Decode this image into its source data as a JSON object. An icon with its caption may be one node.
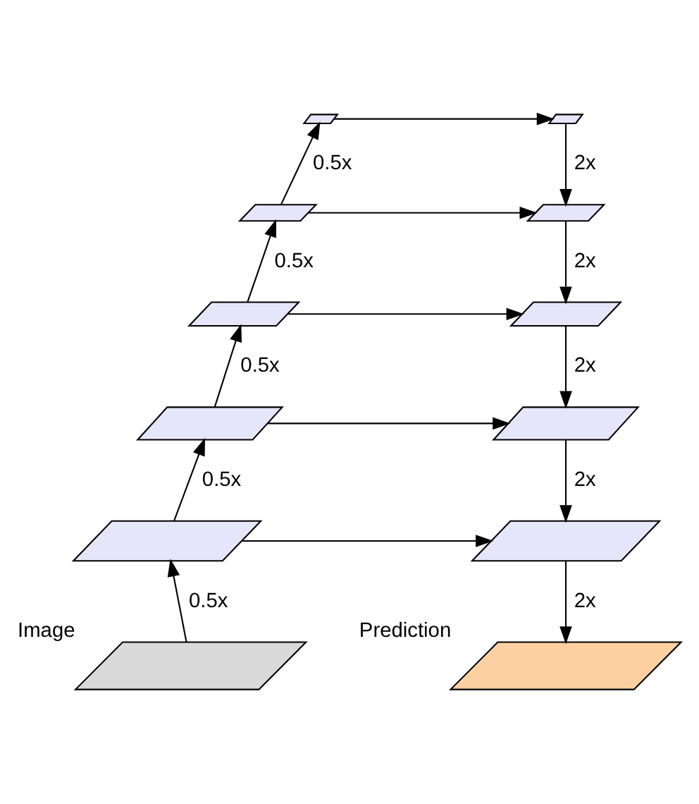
{
  "diagram": {
    "nodes": [
      {
        "text": [],
        "shape": "parallelogram"
      },
      {
        "text": [],
        "shape": "parallelogram"
      },
      {
        "text": [],
        "shape": "parallelogram"
      },
      {
        "text": [],
        "shape": "parallelogram"
      },
      {
        "text": [],
        "shape": "parallelogram"
      },
      {
        "text": [],
        "shape": "parallelogram"
      },
      {
        "text": [],
        "shape": "parallelogram"
      },
      {
        "text": [],
        "shape": "parallelogram"
      },
      {
        "text": [],
        "shape": "parallelogram"
      },
      {
        "text": [],
        "shape": "parallelogram"
      },
      {
        "text": [],
        "shape": "parallelogram",
        "beside": [
          "Image"
        ]
      },
      {
        "text": [],
        "shape": "parallelogram",
        "beside": [
          "Prediction"
        ]
      }
    ],
    "edges": [
      {
        "from": 10,
        "to": 8,
        "arrow": "to",
        "label": "0.5x"
      },
      {
        "from": 8,
        "to": 6,
        "arrow": "to",
        "label": "0.5x"
      },
      {
        "from": 6,
        "to": 4,
        "arrow": "to",
        "label": "0.5x"
      },
      {
        "from": 4,
        "to": 2,
        "arrow": "to",
        "label": "0.5x"
      },
      {
        "from": 2,
        "to": 0,
        "arrow": "to",
        "label": "0.5x"
      },
      {
        "from": 0,
        "to": 1,
        "arrow": "to"
      },
      {
        "from": 2,
        "to": 3,
        "arrow": "to"
      },
      {
        "from": 4,
        "to": 5,
        "arrow": "to"
      },
      {
        "from": 6,
        "to": 7,
        "arrow": "to"
      },
      {
        "from": 8,
        "to": 9,
        "arrow": "to"
      },
      {
        "from": 1,
        "to": 3,
        "arrow": "to",
        "label": "2x"
      },
      {
        "from": 3,
        "to": 5,
        "arrow": "to",
        "label": "2x"
      },
      {
        "from": 5,
        "to": 7,
        "arrow": "to",
        "label": "2x"
      },
      {
        "from": 7,
        "to": 9,
        "arrow": "to",
        "label": "2x"
      },
      {
        "from": 9,
        "to": 11,
        "arrow": "to",
        "label": "2x"
      }
    ]
  }
}
